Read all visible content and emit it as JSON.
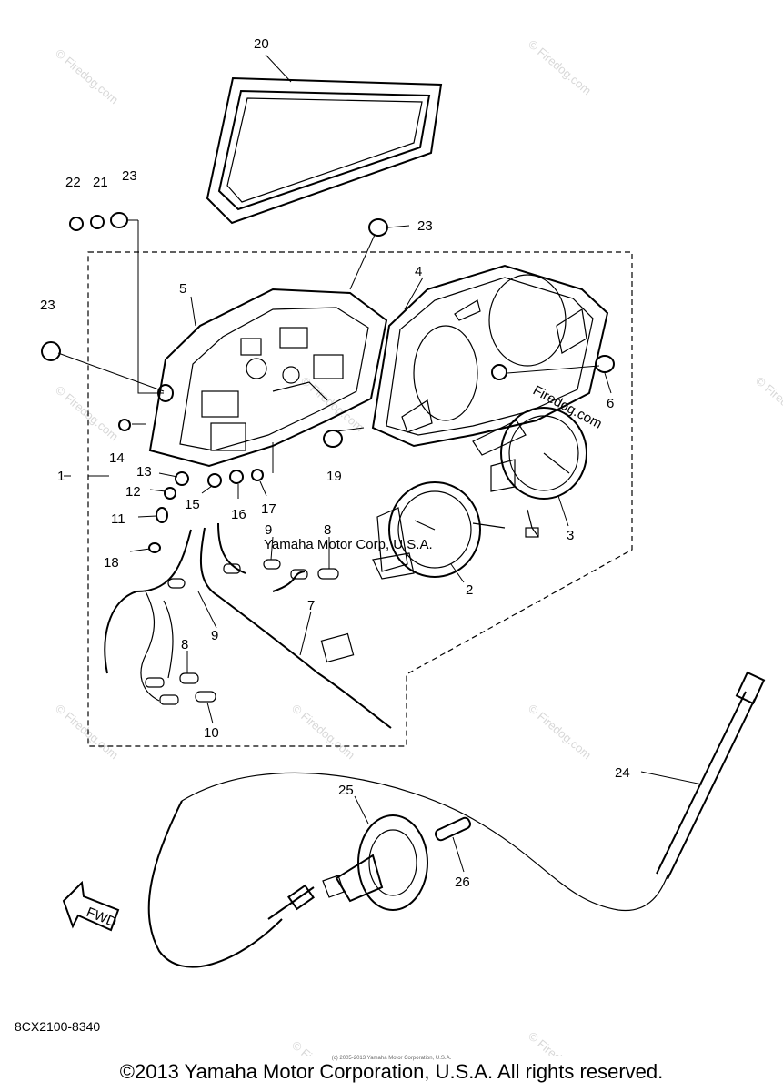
{
  "diagram": {
    "watermark_text": "Yamaha Motor Corp, U.S.A.",
    "site_watermark": "© Firedog.com",
    "site_text": "Firedog.com",
    "fwd_label": "FWD",
    "labels": {
      "p1": "1",
      "p2": "2",
      "p3": "3",
      "p4": "4",
      "p5": "5",
      "p6": "6",
      "p7": "7",
      "p8a": "8",
      "p8b": "8",
      "p9a": "9",
      "p9b": "9",
      "p10": "10",
      "p11": "11",
      "p12": "12",
      "p13": "13",
      "p14": "14",
      "p15": "15",
      "p16": "16",
      "p17": "17",
      "p18": "18",
      "p19": "19",
      "p20": "20",
      "p21": "21",
      "p22": "22",
      "p23a": "23",
      "p23b": "23",
      "p23c": "23",
      "p24": "24",
      "p25": "25",
      "p26": "26"
    }
  },
  "footer": {
    "ref_code": "8CX2100-8340",
    "small_notice": "(c) 2005-2013 Yamaha Motor Corporation, U.S.A.",
    "copyright": "©2013 Yamaha Motor Corporation, U.S.A. All rights reserved."
  }
}
